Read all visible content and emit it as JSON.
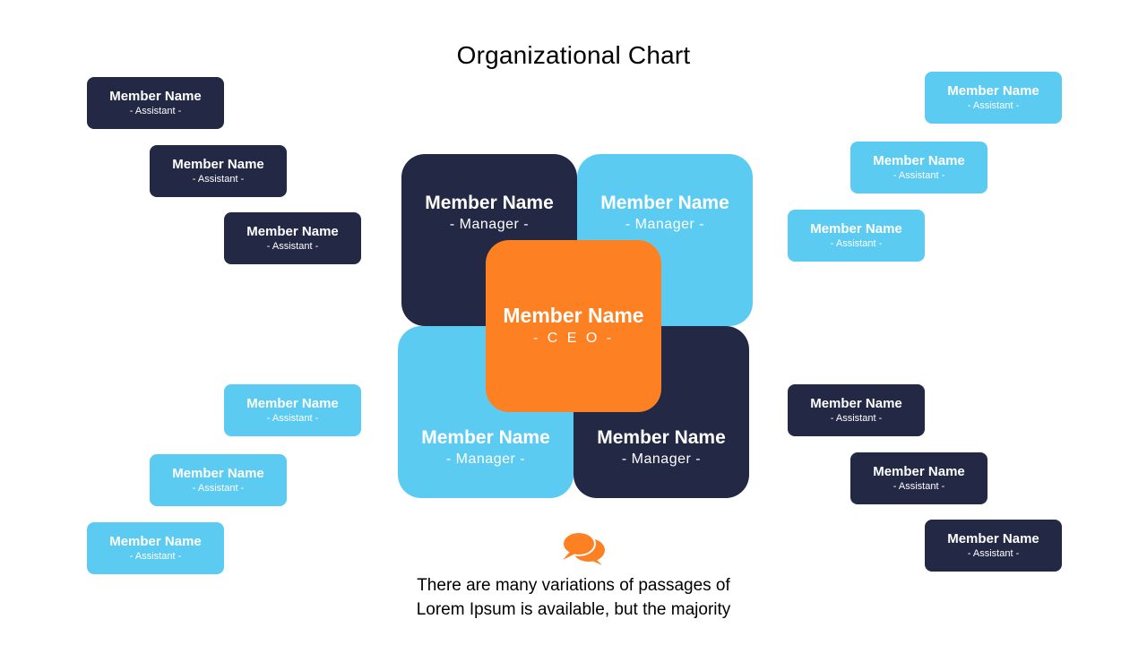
{
  "title": "Organizational Chart",
  "colors": {
    "dark": "#232845",
    "light": "#5ccbf2",
    "accent": "#fd8022"
  },
  "ceo": {
    "name": "Member Name",
    "role": "- C E O -"
  },
  "managers": [
    {
      "name": "Member Name",
      "role": "-  Manager -"
    },
    {
      "name": "Member Name",
      "role": "-  Manager -"
    },
    {
      "name": "Member Name",
      "role": "-  Manager -"
    },
    {
      "name": "Member Name",
      "role": "-  Manager -"
    }
  ],
  "assistants_left": [
    {
      "name": "Member Name",
      "role": "-  Assistant -"
    },
    {
      "name": "Member Name",
      "role": "-  Assistant -"
    },
    {
      "name": "Member Name",
      "role": "-  Assistant -"
    },
    {
      "name": "Member Name",
      "role": "-  Assistant -"
    },
    {
      "name": "Member Name",
      "role": "-  Assistant -"
    },
    {
      "name": "Member Name",
      "role": "-  Assistant -"
    }
  ],
  "assistants_right": [
    {
      "name": "Member Name",
      "role": "-  Assistant -"
    },
    {
      "name": "Member Name",
      "role": "-  Assistant -"
    },
    {
      "name": "Member Name",
      "role": "-  Assistant -"
    },
    {
      "name": "Member Name",
      "role": "-  Assistant -"
    },
    {
      "name": "Member Name",
      "role": "-  Assistant -"
    },
    {
      "name": "Member Name",
      "role": "-  Assistant -"
    }
  ],
  "footer": {
    "icon": "chat-bubbles-icon",
    "text": "There are many variations of passages of Lorem Ipsum is available, but the majority"
  }
}
